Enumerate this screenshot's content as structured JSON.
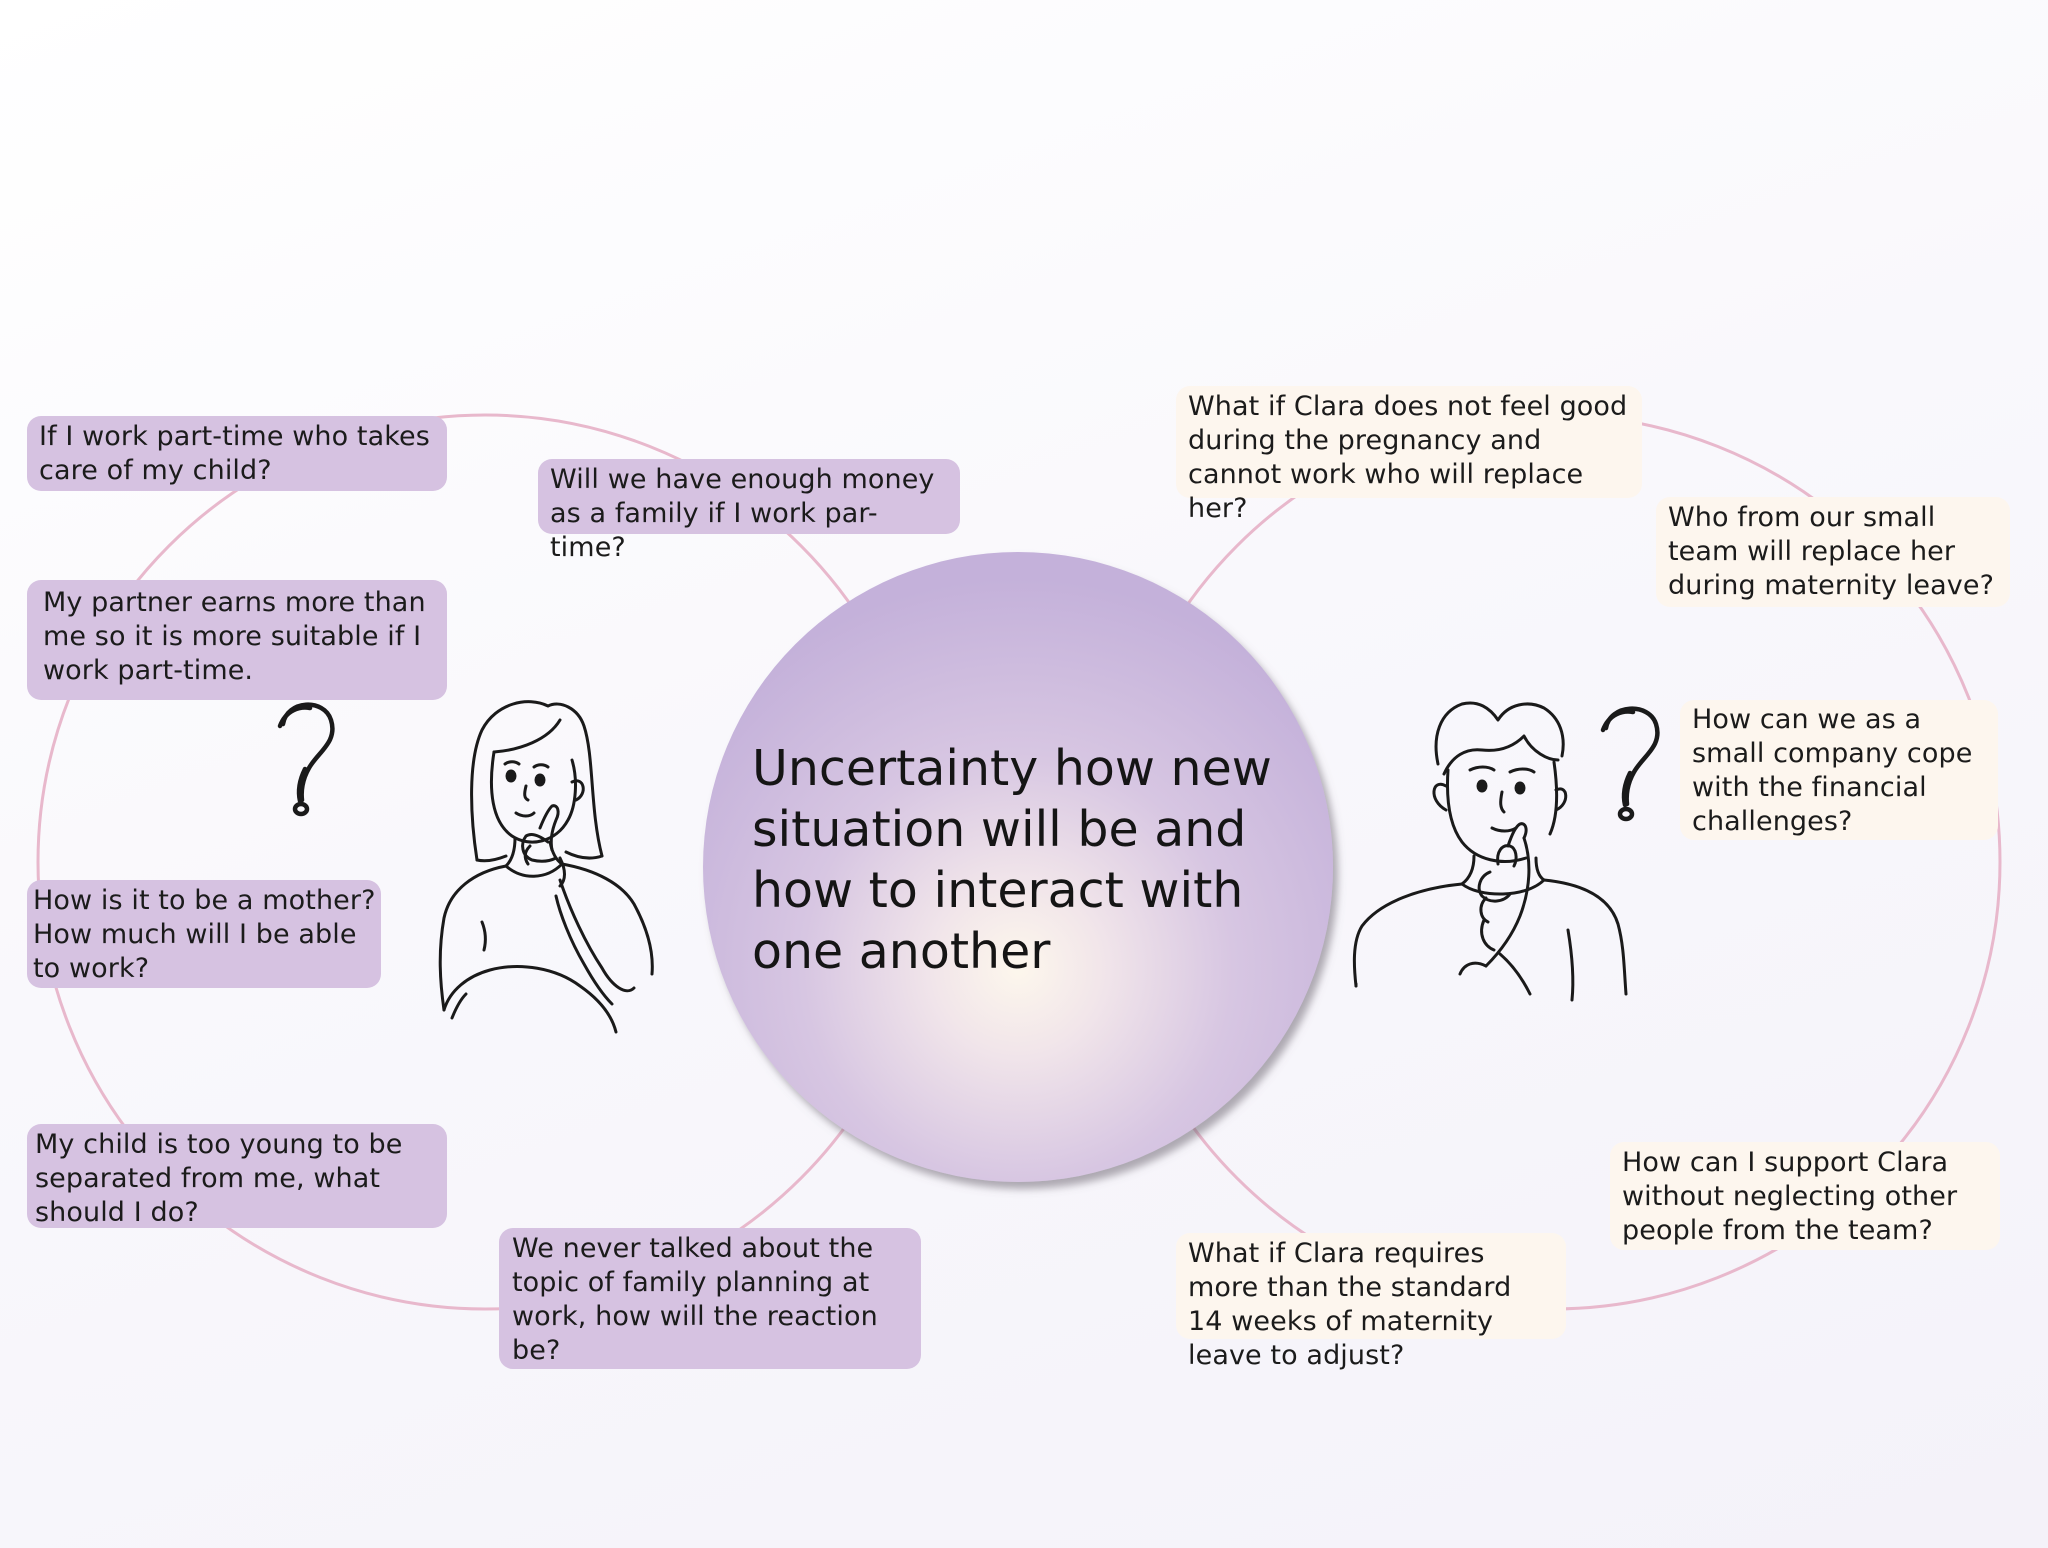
{
  "center": {
    "text": "Uncertainty how new situation will be and how to interact with one another"
  },
  "employee_questions": [
    {
      "text": "If I work part-time who takes care of my child?"
    },
    {
      "text": "Will we have enough money as a family if I work par-time?"
    },
    {
      "text": "My partner earns more than me so it is more suitable if I work part-time."
    },
    {
      "text": "How is it to be a mother? How much will I be able to work?"
    },
    {
      "text": "My child is too young to be separated from me, what should I do?"
    },
    {
      "text": "We never talked about the topic of family planning at work, how will the reaction be?"
    }
  ],
  "employer_questions": [
    {
      "text": "What if Clara does not feel good during the pregnancy and cannot work who will replace her?"
    },
    {
      "text": "Who from our small team will replace her during maternity leave?"
    },
    {
      "text": "How can we as a small company cope with the financial challenges?"
    },
    {
      "text": "How can I support Clara without neglecting other people from the team?"
    },
    {
      "text": "What if Clara requires more than the standard 14 weeks of maternity leave to adjust?"
    }
  ],
  "colors": {
    "employee_bubble": "#d6c2e1",
    "employer_bubble": "#fdf6ee",
    "ring_line": "#e8b8cc",
    "center_circle": "#c4b1da"
  }
}
